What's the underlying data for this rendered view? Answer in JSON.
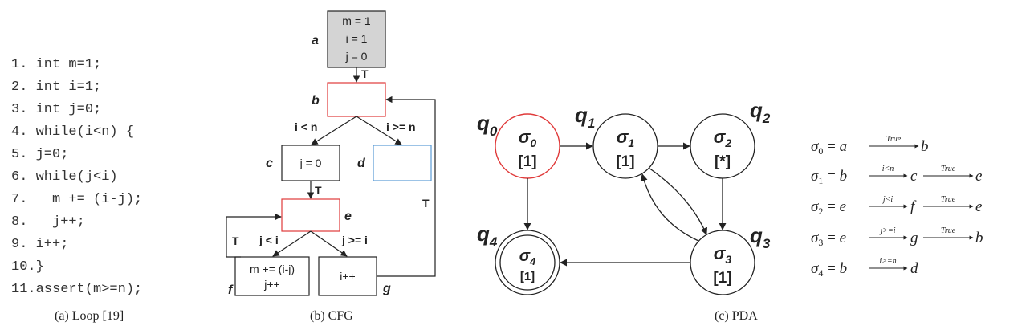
{
  "loop": {
    "lines": [
      "1. int m=1;",
      "2. int i=1;",
      "3. int j=0;",
      "4. while(i<n) {",
      "5. j=0;",
      "6. while(j<i)",
      "7.   m += (i-j);",
      "8.   j++;",
      "9. i++;",
      "10.}",
      "11.assert(m>=n);"
    ],
    "caption": "(a) Loop [19]"
  },
  "cfg": {
    "caption": "(b) CFG",
    "node_a_lines": [
      "m = 1",
      "i = 1",
      "j = 0"
    ],
    "labels": {
      "a": "a",
      "b": "b",
      "c": "c",
      "d": "d",
      "e": "e",
      "f": "f",
      "g": "g"
    },
    "node_c_text": "j = 0",
    "node_f_lines": [
      "m += (i-j)",
      "j++"
    ],
    "node_g_text": "i++",
    "edges": {
      "a_b": "T",
      "b_c": "i < n",
      "b_d": "i >= n",
      "c_e": "T",
      "e_f": "j < i",
      "e_g": "j >= i",
      "f_e": "T",
      "g_b": "T"
    },
    "colors": {
      "start_fill": "#d4d4d4",
      "loop_head": "#e03a3a",
      "exit": "#5b9bd5"
    }
  },
  "pda": {
    "caption": "(c) PDA",
    "states": [
      {
        "name": "q",
        "sub": "0",
        "sigma": "σ",
        "sigma_sub": "0",
        "stack": "[1]"
      },
      {
        "name": "q",
        "sub": "1",
        "sigma": "σ",
        "sigma_sub": "1",
        "stack": "[1]"
      },
      {
        "name": "q",
        "sub": "2",
        "sigma": "σ",
        "sigma_sub": "2",
        "stack": "[*]"
      },
      {
        "name": "q",
        "sub": "3",
        "sigma": "σ",
        "sigma_sub": "3",
        "stack": "[1]"
      },
      {
        "name": "q",
        "sub": "4",
        "sigma": "σ",
        "sigma_sub": "4",
        "stack": "[1]"
      }
    ],
    "colors": {
      "initial": "#e03a3a"
    }
  },
  "equations": [
    {
      "sigma": "σ",
      "sub": "0",
      "lhs": "a",
      "steps": [
        {
          "label": "True",
          "to": "b"
        }
      ]
    },
    {
      "sigma": "σ",
      "sub": "1",
      "lhs": "b",
      "steps": [
        {
          "label": "i<n",
          "to": "c"
        },
        {
          "label": "True",
          "to": "e"
        }
      ]
    },
    {
      "sigma": "σ",
      "sub": "2",
      "lhs": "e",
      "steps": [
        {
          "label": "j<i",
          "to": "f"
        },
        {
          "label": "True",
          "to": "e"
        }
      ]
    },
    {
      "sigma": "σ",
      "sub": "3",
      "lhs": "e",
      "steps": [
        {
          "label": "j>=i",
          "to": "g"
        },
        {
          "label": "True",
          "to": "b"
        }
      ]
    },
    {
      "sigma": "σ",
      "sub": "4",
      "lhs": "b",
      "steps": [
        {
          "label": "i>=n",
          "to": "d"
        }
      ]
    }
  ]
}
